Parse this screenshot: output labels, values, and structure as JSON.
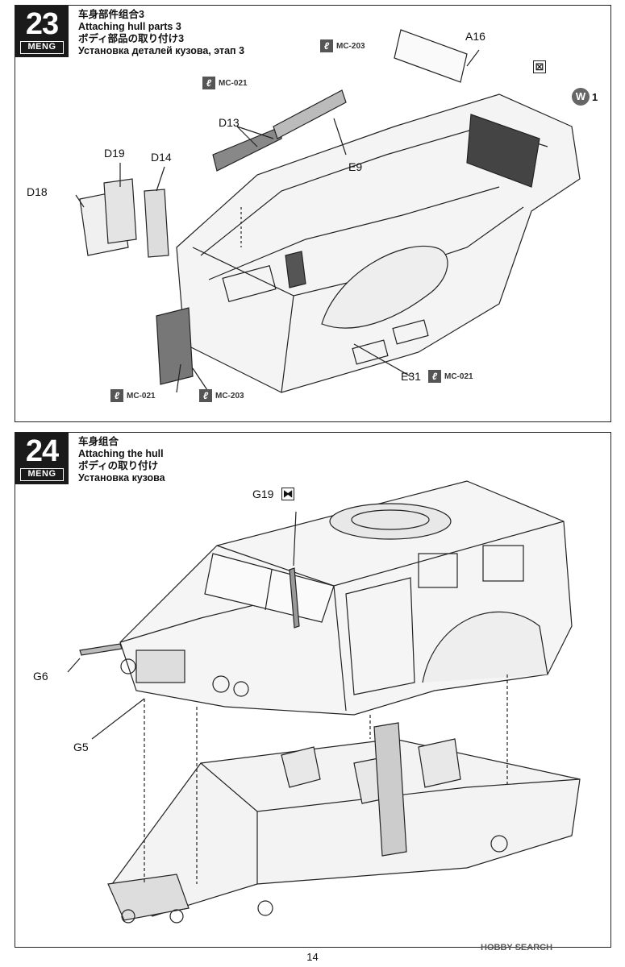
{
  "steps": [
    {
      "number": "23",
      "brand": "MENG",
      "title_zh": "车身部件组合3",
      "title_en": "Attaching hull parts 3",
      "title_ja": "ボディ部品の取り付け3",
      "title_ru": "Установка деталей кузова, этап 3",
      "parts": {
        "a16": "A16",
        "d13": "D13",
        "d14": "D14",
        "d18": "D18",
        "d19": "D19",
        "e9": "E9",
        "e31": "E31"
      },
      "tools": {
        "mc203_top": "MC-203",
        "mc021_top": "MC-021",
        "mc021_bottom_left": "MC-021",
        "mc203_bottom": "MC-203",
        "mc021_e31": "MC-021"
      },
      "paint": {
        "symbol": "W",
        "count": "1"
      }
    },
    {
      "number": "24",
      "brand": "MENG",
      "title_zh": "车身组合",
      "title_en": "Attaching the hull",
      "title_ja": "ボディの取り付け",
      "title_ru": "Установка кузова",
      "parts": {
        "g19": "G19",
        "g6": "G6",
        "g5": "G5"
      }
    }
  ],
  "page_number": "14",
  "watermark": "HOBBY SEARCH"
}
